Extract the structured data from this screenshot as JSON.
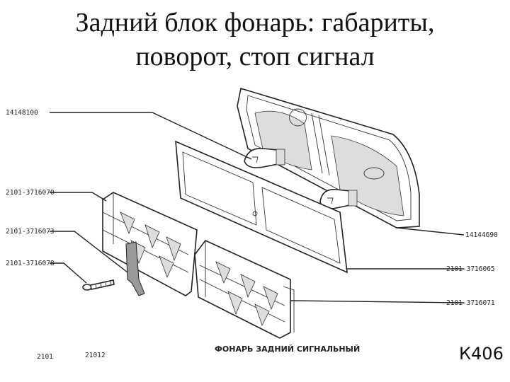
{
  "title": {
    "line1": "Задний блок фонарь: габариты,",
    "line2": "поворот, стоп сигнал"
  },
  "diagram": {
    "callouts_left": [
      {
        "id": "bulb-a",
        "label": "14148100"
      },
      {
        "id": "lens-left",
        "label": "2101-3716070"
      },
      {
        "id": "bracket",
        "label": "2101-3716073"
      },
      {
        "id": "screw",
        "label": "2101-3716078"
      }
    ],
    "callouts_right": [
      {
        "id": "bulb-b",
        "label": "14144690"
      },
      {
        "id": "gasket",
        "label": "2101-3716065"
      },
      {
        "id": "lens-right",
        "label": "2101-3716071"
      }
    ],
    "footer": {
      "model_a": "2101",
      "model_b": "21012",
      "caption": "ФОНАРЬ ЗАДНИЙ СИГНАЛЬНЫЙ",
      "page_code": "К406"
    }
  }
}
